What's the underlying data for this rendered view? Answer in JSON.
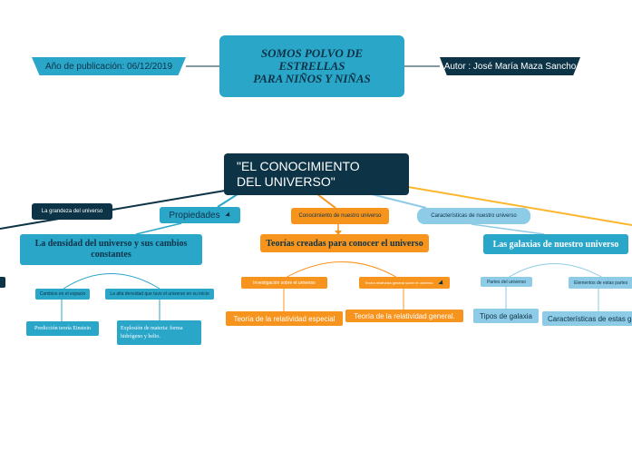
{
  "title": "SOMOS POLVO DE ESTRELLAS PARA NIÑOS Y NIÑAS",
  "title_lines": [
    "SOMOS POLVO DE",
    "ESTRELLAS",
    "PARA NIÑOS Y NIÑAS"
  ],
  "publication_date": "Año de publicación: 06/12/2019",
  "author": "Autor : José María Maza Sancho",
  "central_lines": [
    "\"EL CONOCIMIENTO",
    "DEL UNIVERSO\""
  ],
  "branch_grandeza": "La grandeza del universo",
  "branch_propiedades": "Propiedades",
  "branch_conocimiento": "Conocimiento de nuestro universo",
  "branch_caracteristicas": "Características de nuestro universo",
  "densidad_title": "La densidad del universo y sus cambios constantes",
  "densidad_children": [
    "Cambios en el espacio",
    "La alta densidad que tuvo el universo en su inicio"
  ],
  "prediccion": "Predicción teoría Einstein",
  "explosion": "Explosión de materia: forma hidrógeno y helio.",
  "teorias_title": "Teorías creadas para conocer el universo",
  "investigacion": "Investigación sobre el universo",
  "teoria_relatividad_general_parent": "Teoría relativista general sobre el universo",
  "relatividad_especial": "Teoría de la relatividad especial",
  "relatividad_general": "Teoría de la relatividad general.",
  "galaxias_title": "Las galaxias de nuestro universo",
  "partes": "Partes del universo",
  "elementos": "Elementos de estas partes",
  "tipos_galaxia": "Tipos de galaxia",
  "caracteristicas_galaxias": "Características de estas galaxias",
  "colors": {
    "dark": "#0d3347",
    "teal": "#2aa6c9",
    "light_blue": "#8ecbe6",
    "orange": "#f7941d",
    "gold_line": "#fbb62b"
  }
}
